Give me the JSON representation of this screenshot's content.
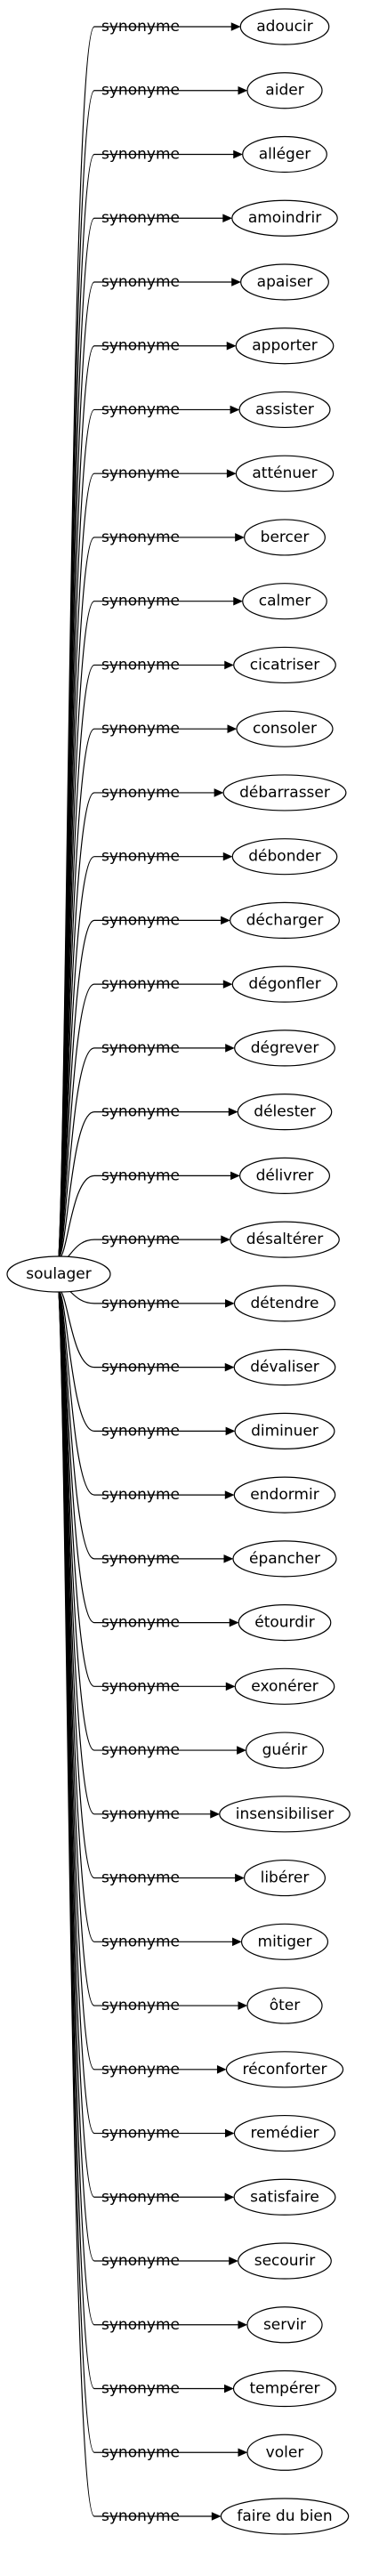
{
  "graph": {
    "center": {
      "label": "soulager"
    },
    "edge_label": "synonyme",
    "targets": [
      "adoucir",
      "aider",
      "alléger",
      "amoindrir",
      "apaiser",
      "apporter",
      "assister",
      "atténuer",
      "bercer",
      "calmer",
      "cicatriser",
      "consoler",
      "débarrasser",
      "débonder",
      "décharger",
      "dégonfler",
      "dégrever",
      "délester",
      "délivrer",
      "désaltérer",
      "détendre",
      "dévaliser",
      "diminuer",
      "endormir",
      "épancher",
      "étourdir",
      "exonérer",
      "guérir",
      "insensibiliser",
      "libérer",
      "mitiger",
      "ôter",
      "réconforter",
      "remédier",
      "satisfaire",
      "secourir",
      "servir",
      "tempérer",
      "voler",
      "faire du bien"
    ],
    "colors": {
      "stroke": "#000000",
      "fill": "#ffffff",
      "text": "#000000"
    }
  }
}
